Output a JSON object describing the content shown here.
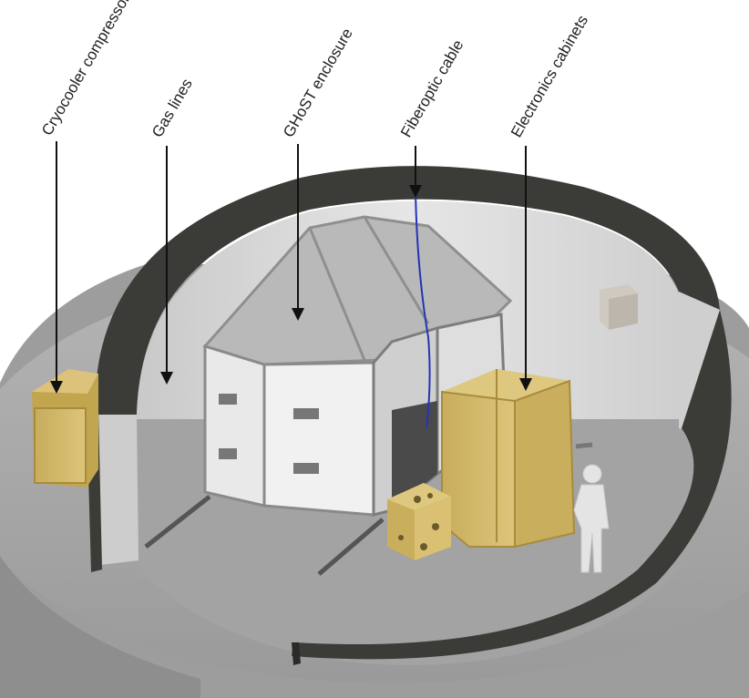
{
  "labels": [
    {
      "id": "cryocooler",
      "text": "Cryocooler compressor"
    },
    {
      "id": "gas",
      "text": "Gas lines"
    },
    {
      "id": "ghost",
      "text": "GHoST enclosure"
    },
    {
      "id": "fiber",
      "text": "Fiberoptic cable"
    },
    {
      "id": "electronics",
      "text": "Electronics cabinets"
    }
  ],
  "colors": {
    "floor": "#a9a9a9",
    "floor_inner": "#9c9c9c",
    "wall_dark": "#3a3a36",
    "wall_inner": "#d6d6d6",
    "cabinet": "#d2b96a",
    "cabinet_side": "#b89a46",
    "enclosure_roof": "#b8b8b8",
    "enclosure_panel": "#eeeeee",
    "fiber": "#2533b8"
  }
}
